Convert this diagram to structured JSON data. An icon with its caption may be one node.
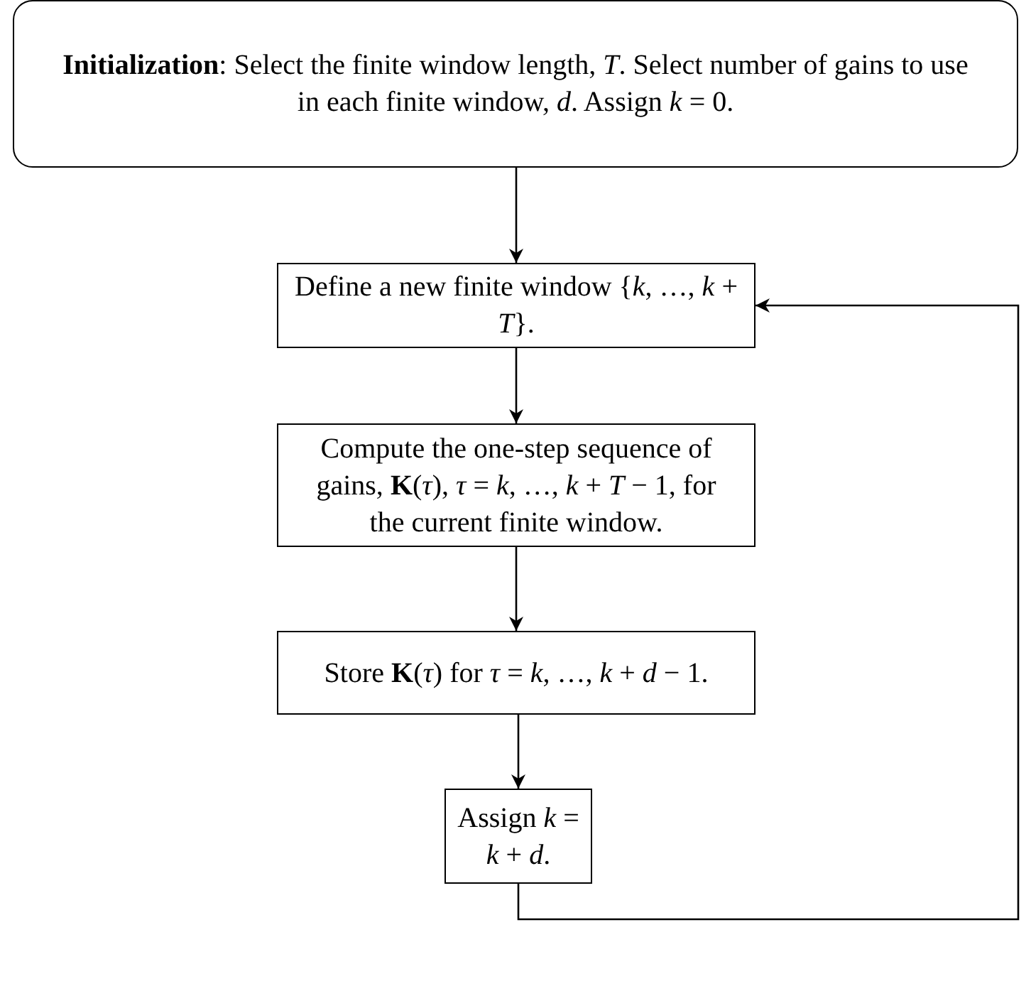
{
  "diagram": {
    "nodes": [
      {
        "text": [
          "**Initialization**: Select the finite window length, *T*. Select number of gains to use in each finite window, *d*. Assign *k* = 0."
        ]
      },
      {
        "text": [
          "Define a new finite window {*k*, …, *k* + *T*}."
        ]
      },
      {
        "text": [
          "Compute the one-step sequence of gains, **K**(*τ*), *τ* = *k*, …, *k* + *T* − 1, for the current finite window."
        ]
      },
      {
        "text": [
          "Store **K**(*τ*) for *τ* = *k*, …, *k* + *d* − 1."
        ]
      },
      {
        "text": [
          "Assign *k* = *k* + *d*."
        ]
      }
    ],
    "edges": [
      {
        "from": 0,
        "to": 1,
        "arrow": "to"
      },
      {
        "from": 1,
        "to": 2,
        "arrow": "to"
      },
      {
        "from": 2,
        "to": 3,
        "arrow": "to"
      },
      {
        "from": 3,
        "to": 4,
        "arrow": "to"
      },
      {
        "from": 4,
        "to": 1,
        "arrow": "to"
      }
    ]
  }
}
